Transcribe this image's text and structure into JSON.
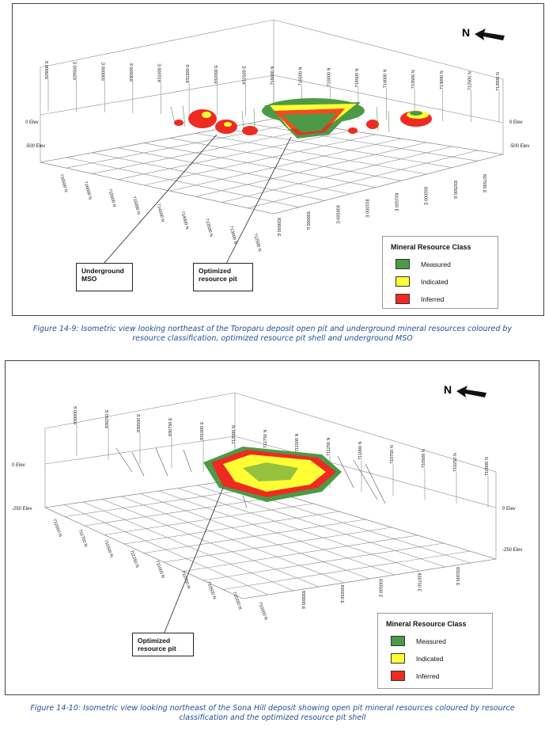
{
  "fig1": {
    "north_label": "N",
    "elev_labels": {
      "left_zero": "0 Elev",
      "left_low": "-500 Elev",
      "right_zero": "0 Elev",
      "right_low": "-500 Elev"
    },
    "top_ticks": [
      "829000 E",
      "829500 E",
      "830000 E",
      "830500 E",
      "831000 E",
      "831500 E",
      "832000 E",
      "832500 E",
      "716000 N",
      "716500 N",
      "715000 N",
      "714500 N",
      "714000 N",
      "713500 N",
      "713000 N",
      "712500 N",
      "712000 N"
    ],
    "front_left_ticks": [
      "716500 N",
      "716000 N",
      "715500 N",
      "715000 N",
      "714500 N",
      "714000 N",
      "713500 N",
      "713000 N",
      "712500 N"
    ],
    "front_right_ticks": [
      "829500 E",
      "830000 E",
      "830500 E",
      "831000 E",
      "831500 E",
      "832000 E",
      "832500 E",
      "827500 E"
    ],
    "callout_underground": "Underground MSO",
    "callout_pit": "Optimized resource pit",
    "legend_title": "Mineral Resource Class",
    "legend_items": [
      {
        "label": "Measured",
        "color": "#4c9a45"
      },
      {
        "label": "Indicated",
        "color": "#ffff33"
      },
      {
        "label": "Inferred",
        "color": "#ee2a22"
      }
    ],
    "caption": "Figure 14-9: Isometric view looking northeast of the Toroparu deposit open pit and underground mineral resources coloured by resource classification, optimized resource pit shell and underground MSO"
  },
  "fig2": {
    "north_label": "N",
    "elev_labels": {
      "left_zero": "0 Elev",
      "left_low": "-250 Elev",
      "right_zero": "0 Elev",
      "right_low": "-250 Elev"
    },
    "top_ticks": [
      "830000 E",
      "830250 E",
      "830500 E",
      "830750 E",
      "831000 E",
      "712000 N",
      "711750 N",
      "711500 N",
      "711250 N",
      "711000 N",
      "710750 N",
      "710500 N",
      "710250 N",
      "710000 N"
    ],
    "front_left_ticks": [
      "712000 N",
      "711750 N",
      "711500 N",
      "711250 N",
      "711000 N",
      "710750 N",
      "710500 N",
      "710250 N",
      "710000 N"
    ],
    "front_right_ticks": [
      "830000 E",
      "830250 E",
      "830500 E",
      "830750 E",
      "831000 E"
    ],
    "callout_pit": "Optimized resource pit",
    "legend_title": "Mineral Resource Class",
    "legend_items": [
      {
        "label": "Measured",
        "color": "#4c9a45"
      },
      {
        "label": "Indicated",
        "color": "#ffff33"
      },
      {
        "label": "Inferred",
        "color": "#ee2a22"
      }
    ],
    "caption": "Figure 14-10: Isometric view looking northeast of the Sona Hill deposit showing open pit mineral resources coloured by resource classification and the optimized resource pit shell"
  }
}
